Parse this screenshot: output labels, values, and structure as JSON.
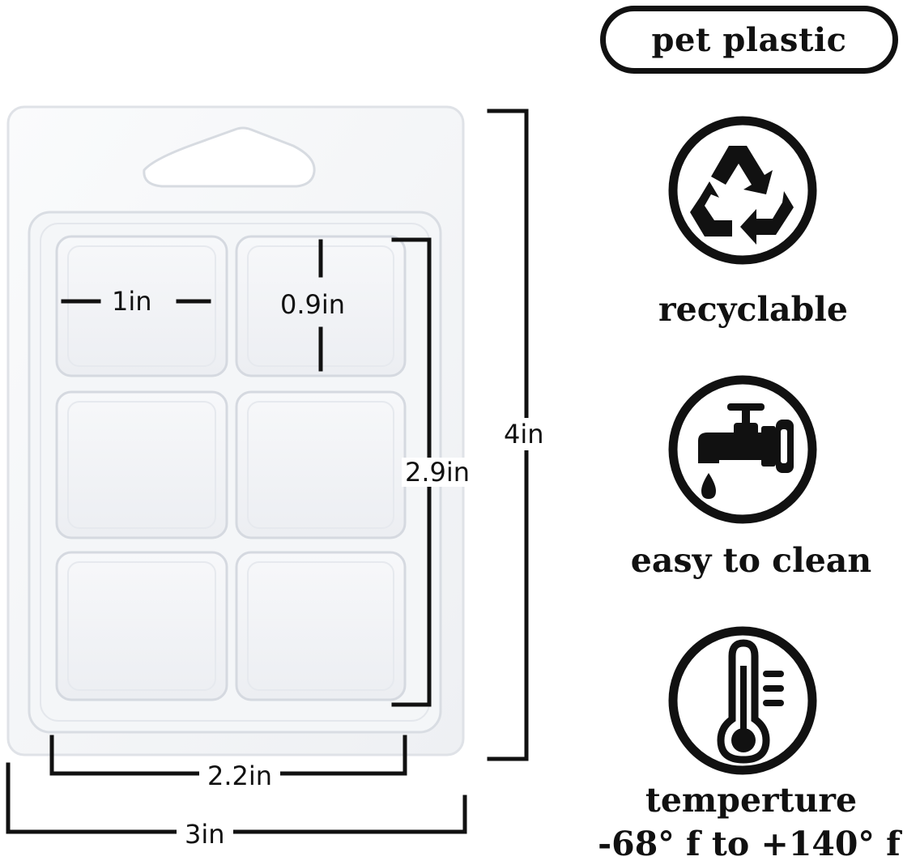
{
  "dimensions": {
    "cavity_width": "1in",
    "cavity_height": "0.9in",
    "inner_height": "2.9in",
    "total_height": "4in",
    "inner_width": "2.2in",
    "total_width": "3in"
  },
  "badge": {
    "label": "pet plastic"
  },
  "features": [
    {
      "label": "recyclable",
      "icon": "recycle-icon"
    },
    {
      "label": "easy to clean",
      "icon": "faucet-icon"
    },
    {
      "label": "temperture",
      "range": "-68° f to +140° f",
      "icon": "thermometer-icon"
    }
  ]
}
